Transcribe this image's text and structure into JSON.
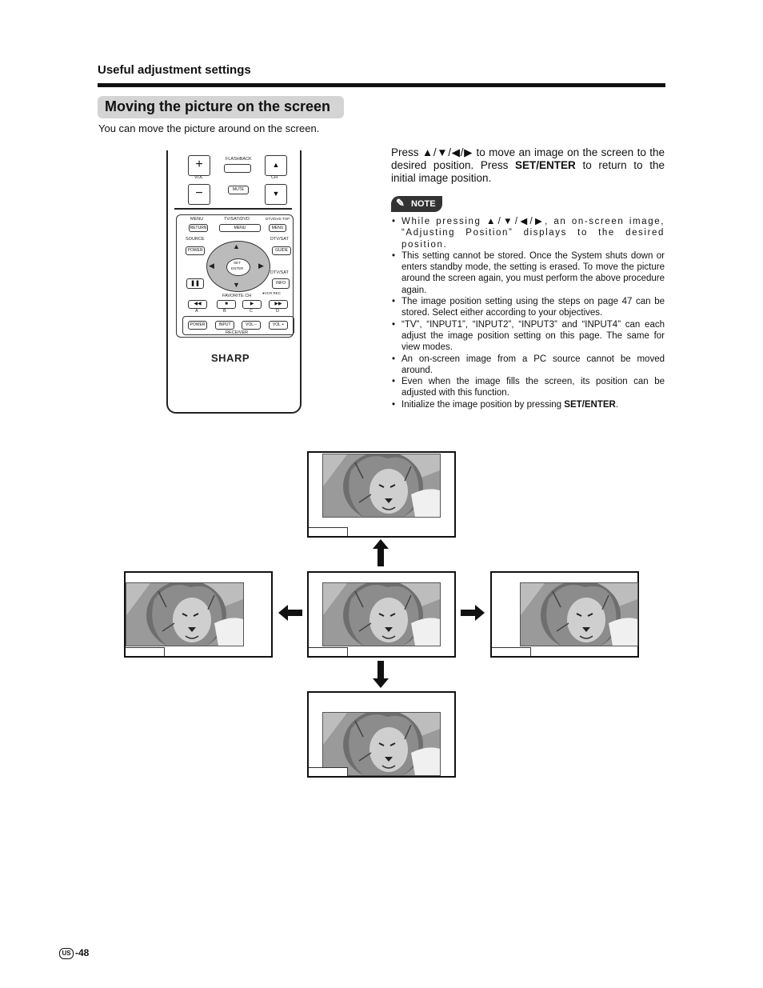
{
  "header": {
    "section": "Useful adjustment settings",
    "title": "Moving the picture on the screen",
    "intro": "You can move the picture around on the screen."
  },
  "instruction": {
    "press": "Press",
    "arrows": "▲/▼/◀/▶",
    "mid": "to move an image on the screen to the desired position. Press",
    "key": "SET/ENTER",
    "tail": "to return to the initial image position."
  },
  "note_label": "NOTE",
  "notes": [
    "While pressing ▲/▼/◀/▶, an on-screen image, “Adjusting Position” displays to the desired position.",
    "This setting cannot be stored. Once the System shuts down or enters standby mode, the setting is erased. To move the picture around the screen again, you must perform the above procedure again.",
    "The image position setting using the steps on page 47 can be stored. Select either according to your objectives.",
    "“TV”, “INPUT1”, “INPUT2”, “INPUT3” and “INPUT4” can each adjust the image position setting on this page. The same for view modes.",
    "An on-screen image from a PC source cannot be moved around.",
    "Even when the image fills the screen, its position can be adjusted with this function."
  ],
  "last_note": {
    "text": "Initialize the image position by pressing",
    "key": "SET/ENTER",
    "end": "."
  },
  "remote": {
    "flashback": "FLASHBACK",
    "vol": "VOL",
    "ch": "CH",
    "mute": "MUTE",
    "menu_top": "MENU",
    "tv_sat_dvd": "TV/SAT/DVD",
    "dtv_dvd_top": "DTV/DVD TOP",
    "return": "RETURN",
    "menu": "MENU",
    "menu2": "MENU",
    "source": "SOURCE",
    "dtv_sat": "DTV/SAT",
    "power": "POWER",
    "guide": "GUIDE",
    "set": "SET",
    "enter": "ENTER",
    "dtv_sat2": "DTV/SAT",
    "info": "INFO",
    "favorite": "FAVORITE CH",
    "vcr_rec": "●VCR REC",
    "a": "A",
    "b": "B",
    "c": "C",
    "d": "D",
    "power2": "POWER",
    "input": "INPUT",
    "vol_minus": "VOL –",
    "vol_plus": "VOL +",
    "receiver": "RECEIVER",
    "brand": "SHARP"
  },
  "page": {
    "region": "US",
    "number": "-48"
  }
}
